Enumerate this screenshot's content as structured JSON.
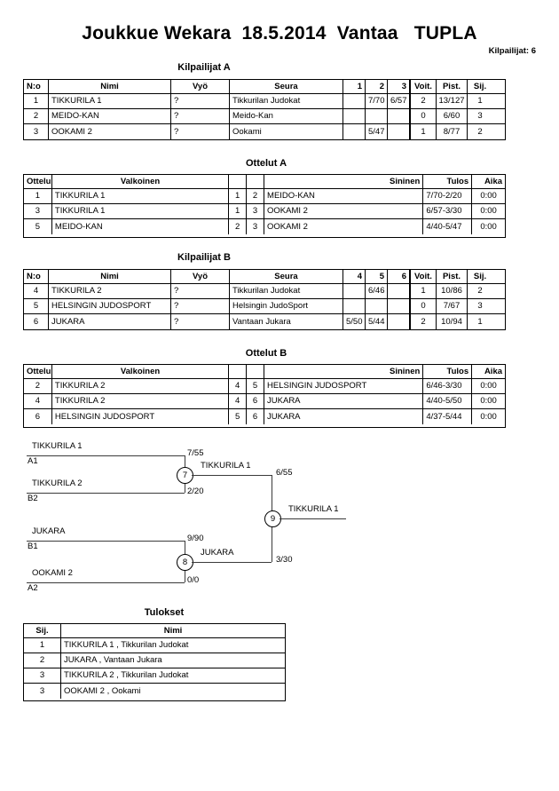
{
  "header": {
    "title": "Joukkue Wekara  18.5.2014  Vantaa   TUPLA",
    "competitors_label": "Kilpailijat: 6"
  },
  "pool_a": {
    "caption": "Kilpailijat A",
    "columns": [
      "N:o",
      "Nimi",
      "Vyö",
      "Seura",
      "1",
      "2",
      "3",
      "Voit.",
      "Pist.",
      "Sij."
    ],
    "rows": [
      {
        "no": "1",
        "nimi": "TIKKURILA 1",
        "vyo": "?",
        "seura": "Tikkurilan Judokat",
        "m1": "",
        "m2": "7/70",
        "m3": "6/57",
        "voit": "2",
        "pist": "13/127",
        "sij": "1"
      },
      {
        "no": "2",
        "nimi": "MEIDO-KAN",
        "vyo": "?",
        "seura": "Meido-Kan",
        "m1": "",
        "m2": "",
        "m3": "",
        "voit": "0",
        "pist": "6/60",
        "sij": "3"
      },
      {
        "no": "3",
        "nimi": "OOKAMI 2",
        "vyo": "?",
        "seura": "Ookami",
        "m1": "",
        "m2": "5/47",
        "m3": "",
        "voit": "1",
        "pist": "8/77",
        "sij": "2"
      }
    ]
  },
  "matches_a": {
    "caption": "Ottelut A",
    "columns": [
      "Ottelu",
      "Valkoinen",
      "",
      "",
      "Sininen",
      "Tulos",
      "Aika"
    ],
    "rows": [
      {
        "ottelu": "1",
        "valkoinen": "TIKKURILA 1",
        "n1": "1",
        "n2": "2",
        "sininen": "MEIDO-KAN",
        "tulos": "7/70-2/20",
        "aika": "0:00"
      },
      {
        "ottelu": "3",
        "valkoinen": "TIKKURILA 1",
        "n1": "1",
        "n2": "3",
        "sininen": "OOKAMI 2",
        "tulos": "6/57-3/30",
        "aika": "0:00"
      },
      {
        "ottelu": "5",
        "valkoinen": "MEIDO-KAN",
        "n1": "2",
        "n2": "3",
        "sininen": "OOKAMI 2",
        "tulos": "4/40-5/47",
        "aika": "0:00"
      }
    ]
  },
  "pool_b": {
    "caption": "Kilpailijat B",
    "columns": [
      "N:o",
      "Nimi",
      "Vyö",
      "Seura",
      "4",
      "5",
      "6",
      "Voit.",
      "Pist.",
      "Sij."
    ],
    "rows": [
      {
        "no": "4",
        "nimi": "TIKKURILA 2",
        "vyo": "?",
        "seura": "Tikkurilan Judokat",
        "m1": "",
        "m2": "6/46",
        "m3": "",
        "voit": "1",
        "pist": "10/86",
        "sij": "2"
      },
      {
        "no": "5",
        "nimi": "HELSINGIN JUDOSPORT",
        "vyo": "?",
        "seura": "Helsingin JudoSport",
        "m1": "",
        "m2": "",
        "m3": "",
        "voit": "0",
        "pist": "7/67",
        "sij": "3"
      },
      {
        "no": "6",
        "nimi": "JUKARA",
        "vyo": "?",
        "seura": "Vantaan Jukara",
        "m1": "5/50",
        "m2": "5/44",
        "m3": "",
        "voit": "2",
        "pist": "10/94",
        "sij": "1"
      }
    ]
  },
  "matches_b": {
    "caption": "Ottelut B",
    "columns": [
      "Ottelu",
      "Valkoinen",
      "",
      "",
      "Sininen",
      "Tulos",
      "Aika"
    ],
    "rows": [
      {
        "ottelu": "2",
        "valkoinen": "TIKKURILA 2",
        "n1": "4",
        "n2": "5",
        "sininen": "HELSINGIN JUDOSPORT",
        "tulos": "6/46-3/30",
        "aika": "0:00"
      },
      {
        "ottelu": "4",
        "valkoinen": "TIKKURILA 2",
        "n1": "4",
        "n2": "6",
        "sininen": "JUKARA",
        "tulos": "4/40-5/50",
        "aika": "0:00"
      },
      {
        "ottelu": "6",
        "valkoinen": "HELSINGIN JUDOSPORT",
        "n1": "5",
        "n2": "6",
        "sininen": "JUKARA",
        "tulos": "4/37-5/44",
        "aika": "0:00"
      }
    ]
  },
  "bracket": {
    "semi_top": {
      "match_no": "7",
      "upper": {
        "name": "TIKKURILA 1",
        "seed": "A1",
        "score": "7/55"
      },
      "lower": {
        "name": "TIKKURILA 2",
        "seed": "B2",
        "score": "2/20"
      },
      "winner": "TIKKURILA 1"
    },
    "semi_bottom": {
      "match_no": "8",
      "upper": {
        "name": "JUKARA",
        "seed": "B1",
        "score": "9/90"
      },
      "lower": {
        "name": "OOKAMI 2",
        "seed": "A2",
        "score": "0/0"
      },
      "winner": "JUKARA"
    },
    "final": {
      "match_no": "9",
      "upper_score": "6/55",
      "lower_score": "3/30",
      "winner": "TIKKURILA 1"
    }
  },
  "results": {
    "caption": "Tulokset",
    "columns": [
      "Sij.",
      "Nimi"
    ],
    "rows": [
      {
        "sij": "1",
        "nimi": "TIKKURILA 1  , Tikkurilan Judokat"
      },
      {
        "sij": "2",
        "nimi": "JUKARA  , Vantaan Jukara"
      },
      {
        "sij": "3",
        "nimi": "TIKKURILA 2  , Tikkurilan Judokat"
      },
      {
        "sij": "3",
        "nimi": "OOKAMI 2  , Ookami"
      }
    ]
  }
}
